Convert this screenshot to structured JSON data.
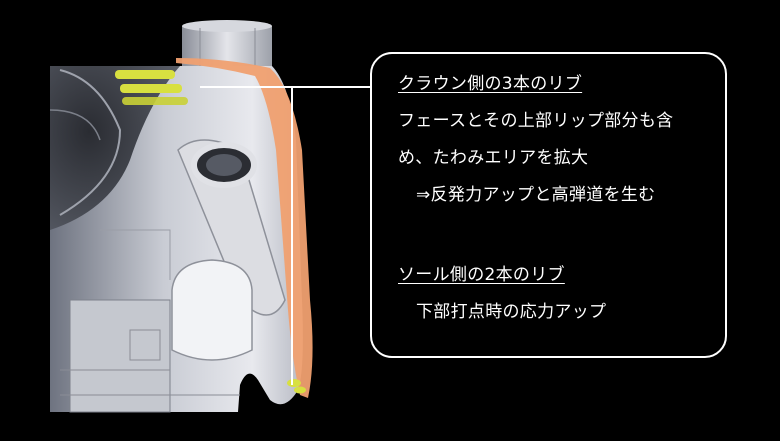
{
  "colors": {
    "background": "#000000",
    "face_highlight": "#f0a070",
    "rib_highlight": "#d8e040",
    "text": "#ffffff"
  },
  "callout": {
    "crown_heading": "クラウン側の3本のリブ",
    "crown_line1": "フェースとその上部リップ部分も含",
    "crown_line2": "め、たわみエリアを拡大",
    "crown_line3": "⇒反発力アップと高弾道を生む",
    "sole_heading": "ソール側の2本のリブ",
    "sole_line1": "下部打点時の応力アップ"
  }
}
